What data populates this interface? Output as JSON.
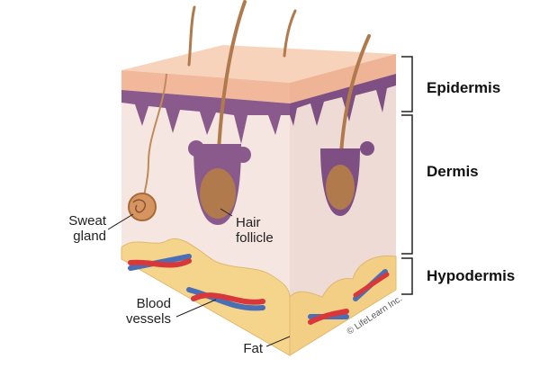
{
  "layers": {
    "epidermis": "Epidermis",
    "dermis": "Dermis",
    "hypodermis": "Hypodermis"
  },
  "labels": {
    "sweat_gland": [
      "Sweat",
      "gland"
    ],
    "hair_follicle": [
      "Hair",
      "follicle"
    ],
    "blood_vessels": [
      "Blood",
      "vessels"
    ],
    "fat": "Fat"
  },
  "copyright": "© LifeLearn Inc.",
  "colors": {
    "epidermis": "#f5c6a8",
    "basal": "#8a5a8c",
    "dermis": "#f3e2dc",
    "fat": "#f5d58c",
    "hair": "#b07a4c",
    "artery": "#d8383a",
    "vein": "#4a6fb5"
  }
}
